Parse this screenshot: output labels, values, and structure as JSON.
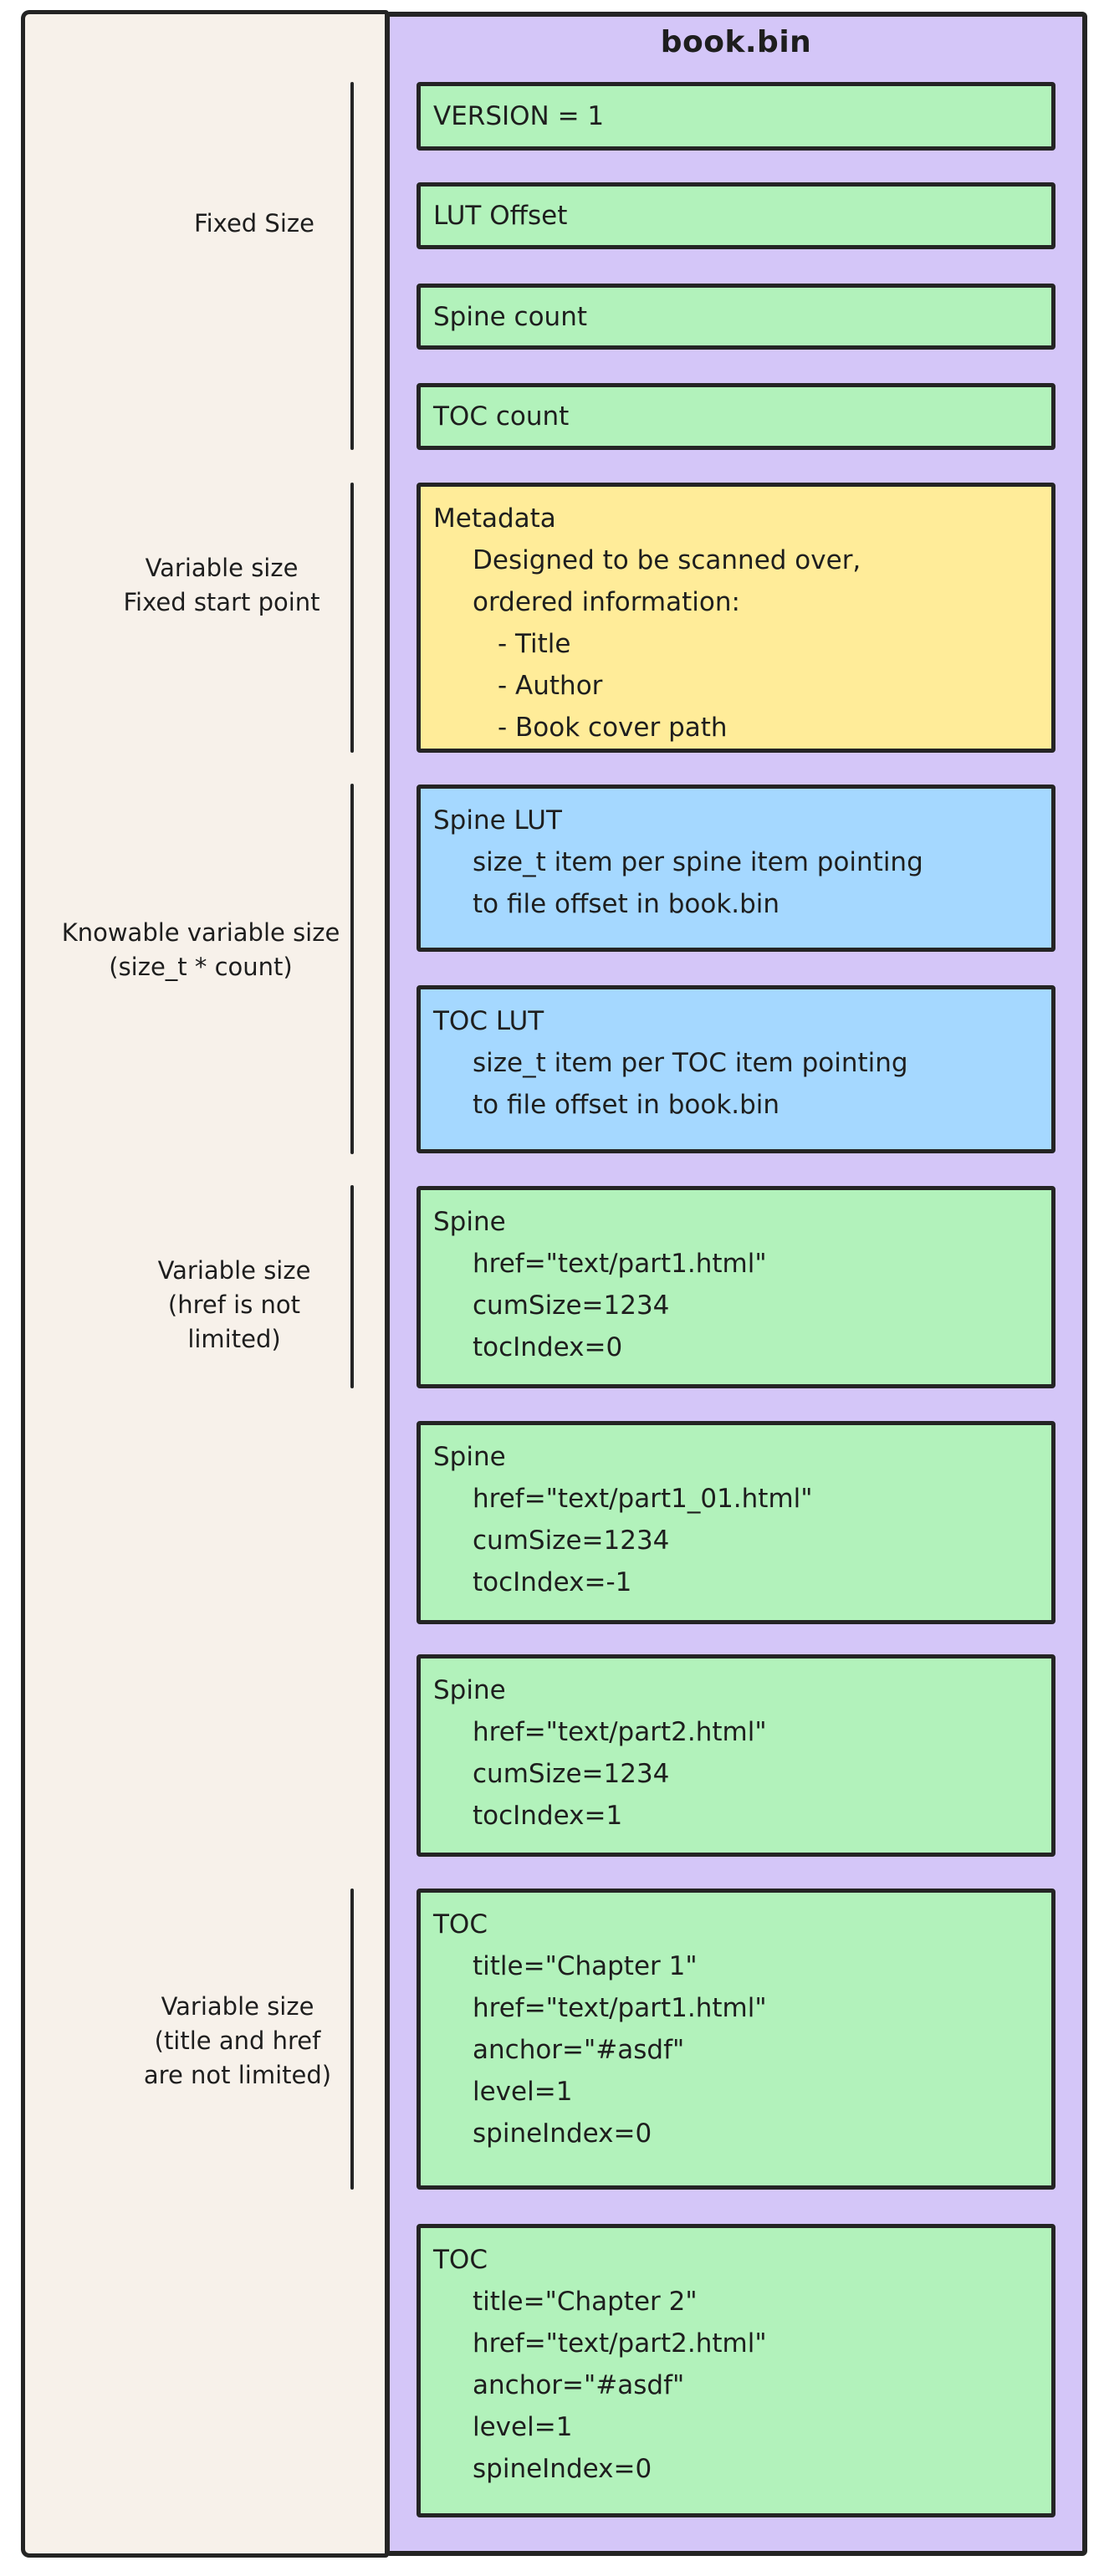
{
  "title": "book.bin",
  "colors": {
    "green": "#b2f2bb",
    "yellow": "#ffec99",
    "blue": "#a5d8ff",
    "purple": "#d4c6f8",
    "beige": "#f7f1ea",
    "stroke": "#242424",
    "text": "#1e1e1e"
  },
  "side_labels": [
    {
      "id": "fixed-size",
      "lines": [
        "Fixed Size"
      ]
    },
    {
      "id": "variable-size-fixed-start",
      "lines": [
        "Variable size",
        "Fixed start point"
      ]
    },
    {
      "id": "knowable-variable-size",
      "lines": [
        "Knowable variable size",
        "(size_t * count)"
      ]
    },
    {
      "id": "variable-size-href",
      "lines": [
        "Variable size",
        "(href is not",
        "limited)"
      ]
    },
    {
      "id": "variable-size-title-href",
      "lines": [
        "Variable size",
        "(title and href",
        "are not limited)"
      ]
    }
  ],
  "blocks": [
    {
      "id": "version",
      "color": "green",
      "lines": [
        {
          "t": "VERSION = 1",
          "indent": 0
        }
      ]
    },
    {
      "id": "lut-offset",
      "color": "green",
      "lines": [
        {
          "t": "LUT Offset",
          "indent": 0
        }
      ]
    },
    {
      "id": "spine-count",
      "color": "green",
      "lines": [
        {
          "t": "Spine count",
          "indent": 0
        }
      ]
    },
    {
      "id": "toc-count",
      "color": "green",
      "lines": [
        {
          "t": "TOC count",
          "indent": 0
        }
      ]
    },
    {
      "id": "metadata",
      "color": "yellow",
      "lines": [
        {
          "t": "Metadata",
          "indent": 0
        },
        {
          "t": "Designed to be scanned over,",
          "indent": 1
        },
        {
          "t": "ordered information:",
          "indent": 1
        },
        {
          "t": "- Title",
          "indent": 2
        },
        {
          "t": "- Author",
          "indent": 2
        },
        {
          "t": "- Book cover path",
          "indent": 2
        }
      ]
    },
    {
      "id": "spine-lut",
      "color": "blue",
      "lines": [
        {
          "t": "Spine LUT",
          "indent": 0
        },
        {
          "t": "size_t item per spine item pointing",
          "indent": 1
        },
        {
          "t": "to file offset in book.bin",
          "indent": 1
        }
      ]
    },
    {
      "id": "toc-lut",
      "color": "blue",
      "lines": [
        {
          "t": "TOC LUT",
          "indent": 0
        },
        {
          "t": "size_t item per TOC item pointing",
          "indent": 1
        },
        {
          "t": "to file offset in book.bin",
          "indent": 1
        }
      ]
    },
    {
      "id": "spine-1",
      "color": "green",
      "lines": [
        {
          "t": "Spine",
          "indent": 0
        },
        {
          "t": "href=\"text/part1.html\"",
          "indent": 1
        },
        {
          "t": "cumSize=1234",
          "indent": 1
        },
        {
          "t": "tocIndex=0",
          "indent": 1
        }
      ]
    },
    {
      "id": "spine-2",
      "color": "green",
      "lines": [
        {
          "t": "Spine",
          "indent": 0
        },
        {
          "t": "href=\"text/part1_01.html\"",
          "indent": 1
        },
        {
          "t": "cumSize=1234",
          "indent": 1
        },
        {
          "t": "tocIndex=-1",
          "indent": 1
        }
      ]
    },
    {
      "id": "spine-3",
      "color": "green",
      "lines": [
        {
          "t": "Spine",
          "indent": 0
        },
        {
          "t": "href=\"text/part2.html\"",
          "indent": 1
        },
        {
          "t": "cumSize=1234",
          "indent": 1
        },
        {
          "t": "tocIndex=1",
          "indent": 1
        }
      ]
    },
    {
      "id": "toc-1",
      "color": "green",
      "lines": [
        {
          "t": "TOC",
          "indent": 0
        },
        {
          "t": "title=\"Chapter 1\"",
          "indent": 1
        },
        {
          "t": "href=\"text/part1.html\"",
          "indent": 1
        },
        {
          "t": "anchor=\"#asdf\"",
          "indent": 1
        },
        {
          "t": "level=1",
          "indent": 1
        },
        {
          "t": "spineIndex=0",
          "indent": 1
        }
      ]
    },
    {
      "id": "toc-2",
      "color": "green",
      "lines": [
        {
          "t": "TOC",
          "indent": 0
        },
        {
          "t": "title=\"Chapter 2\"",
          "indent": 1
        },
        {
          "t": "href=\"text/part2.html\"",
          "indent": 1
        },
        {
          "t": "anchor=\"#asdf\"",
          "indent": 1
        },
        {
          "t": "level=1",
          "indent": 1
        },
        {
          "t": "spineIndex=0",
          "indent": 1
        }
      ]
    }
  ]
}
